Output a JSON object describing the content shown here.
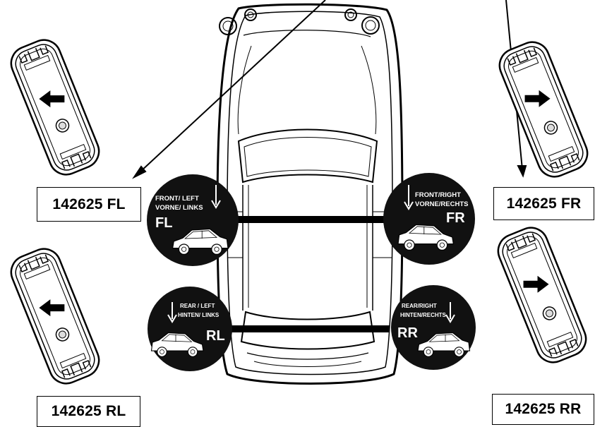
{
  "parts": {
    "fl": "142625 FL",
    "fr": "142625 FR",
    "rl": "142625 RL",
    "rr": "142625 RR"
  },
  "badges": {
    "fl": {
      "line1": "FRONT/ LEFT",
      "line2": "VORNE/ LINKS",
      "code": "FL"
    },
    "fr": {
      "line1": "FRONT/RIGHT",
      "line2": "VORNE/RECHTS",
      "code": "FR"
    },
    "rl": {
      "line1": "REAR / LEFT",
      "line2": "HINTEN/ LINKS",
      "code": "RL"
    },
    "rr": {
      "line1": "REAR/RIGHT",
      "line2": "HINTEN/RECHTS",
      "code": "RR"
    }
  },
  "colors": {
    "ink": "#000000",
    "paper": "#ffffff",
    "badge": "#111111"
  }
}
